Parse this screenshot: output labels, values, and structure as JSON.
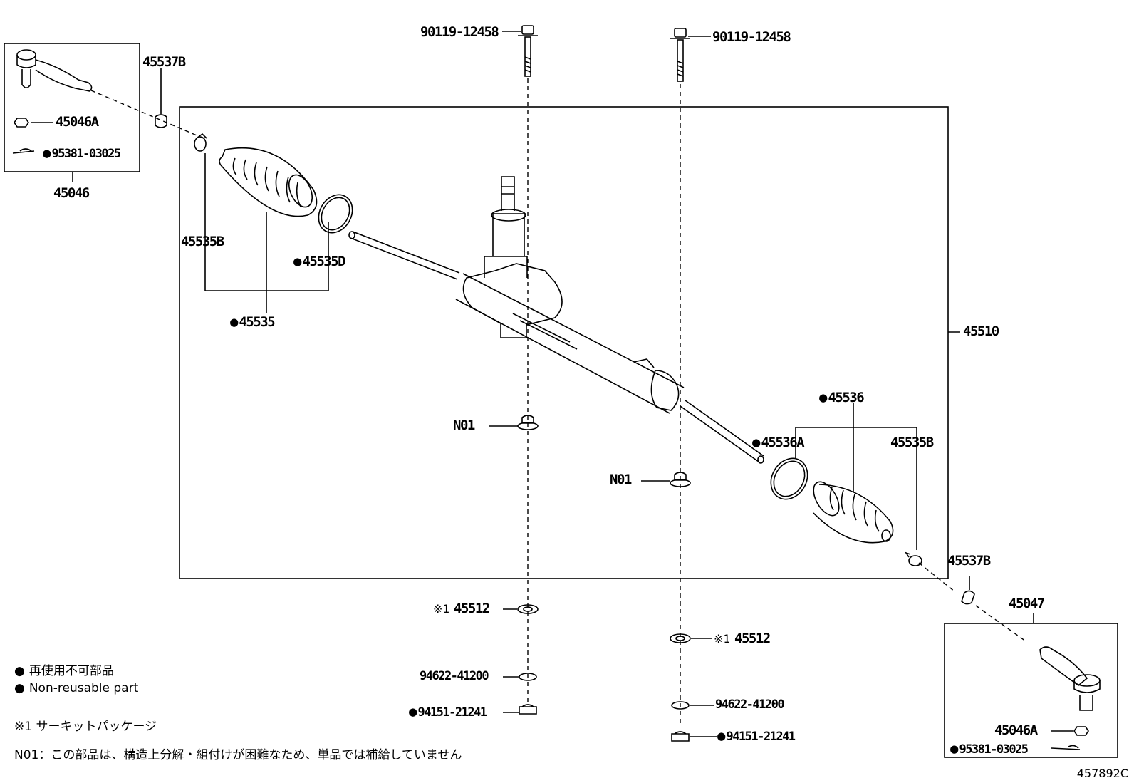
{
  "labels": {
    "bolt_left": "90119-12458",
    "bolt_right": "90119-12458",
    "bracket_left_top": "45537B",
    "nut_left_box": "45046A",
    "pin_left_box": "95381-03025",
    "tie_rod_end_left": "45046",
    "clamp_left": "45535B",
    "band_left": "45535D",
    "boot_left": "45535",
    "gear_assy": "45510",
    "boot_right": "45536",
    "band_right": "45536A",
    "clamp_right": "45535B",
    "n01_left": "N01",
    "n01_right": "N01",
    "bracket_right": "45537B",
    "tie_rod_end_right": "45047",
    "washer_left": "45512",
    "washer_right": "45512",
    "washer_mark_left": "※1",
    "washer_mark_right": "※1",
    "spring_washer_left": "94622-41200",
    "spring_washer_right": "94622-41200",
    "nut_left": "94151-21241",
    "nut_right": "94151-21241",
    "nut_right_box": "45046A",
    "pin_right_box": "95381-03025"
  },
  "legend": {
    "non_reusable_jp": "再使用不可部品",
    "non_reusable_en": "Non-reusable part",
    "circuit_package": "※1 サーキットパッケージ",
    "n01_note": "N01：この部品は、構造上分解・組付けが困難なため、単品では補給していません"
  },
  "figure_code": "457892C",
  "colors": {
    "ink": "#000000",
    "background": "#ffffff"
  }
}
